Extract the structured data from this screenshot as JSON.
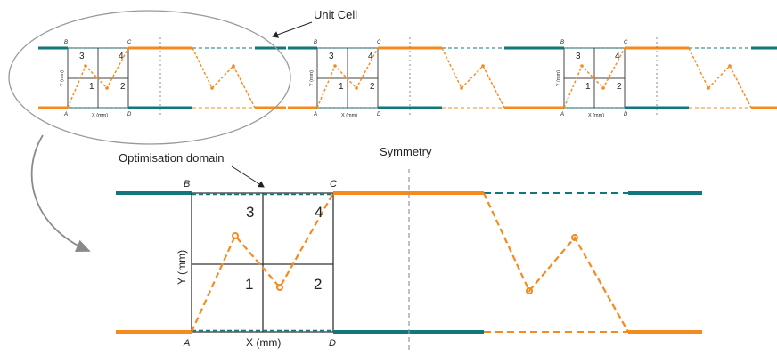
{
  "labels": {
    "unit_cell": "Unit Cell",
    "optimisation_domain": "Optimisation domain",
    "symmetry": "Symmetry",
    "x_axis": "X (mm)",
    "y_axis": "Y (mm)",
    "corner_a": "A",
    "corner_b": "B",
    "corner_c": "C",
    "corner_d": "D",
    "region_1": "1",
    "region_2": "2",
    "region_3": "3",
    "region_4": "4"
  },
  "colors": {
    "teal": "#12777a",
    "orange": "#f58a1f",
    "frame": "#333333",
    "ellipse": "#999999",
    "arrow": "#777777"
  }
}
